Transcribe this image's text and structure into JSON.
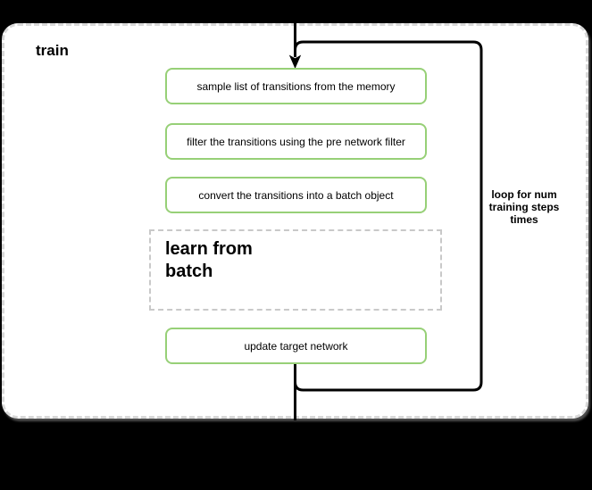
{
  "diagram": {
    "title": "train",
    "steps": {
      "sample": "sample list of transitions from the memory",
      "filter": "filter the transitions using the pre network filter",
      "convert": "convert the transitions into a batch object"
    },
    "learn_label": "learn from batch",
    "update_label": "update target network",
    "loop_annotation": "loop for num training steps times",
    "colors": {
      "background": "#000000",
      "container_fill": "#ffffff",
      "container_border": "#d8d8d8",
      "step_border": "#97d077",
      "learn_border": "#c9c9c9",
      "connector": "#000000",
      "text": "#000000"
    }
  }
}
